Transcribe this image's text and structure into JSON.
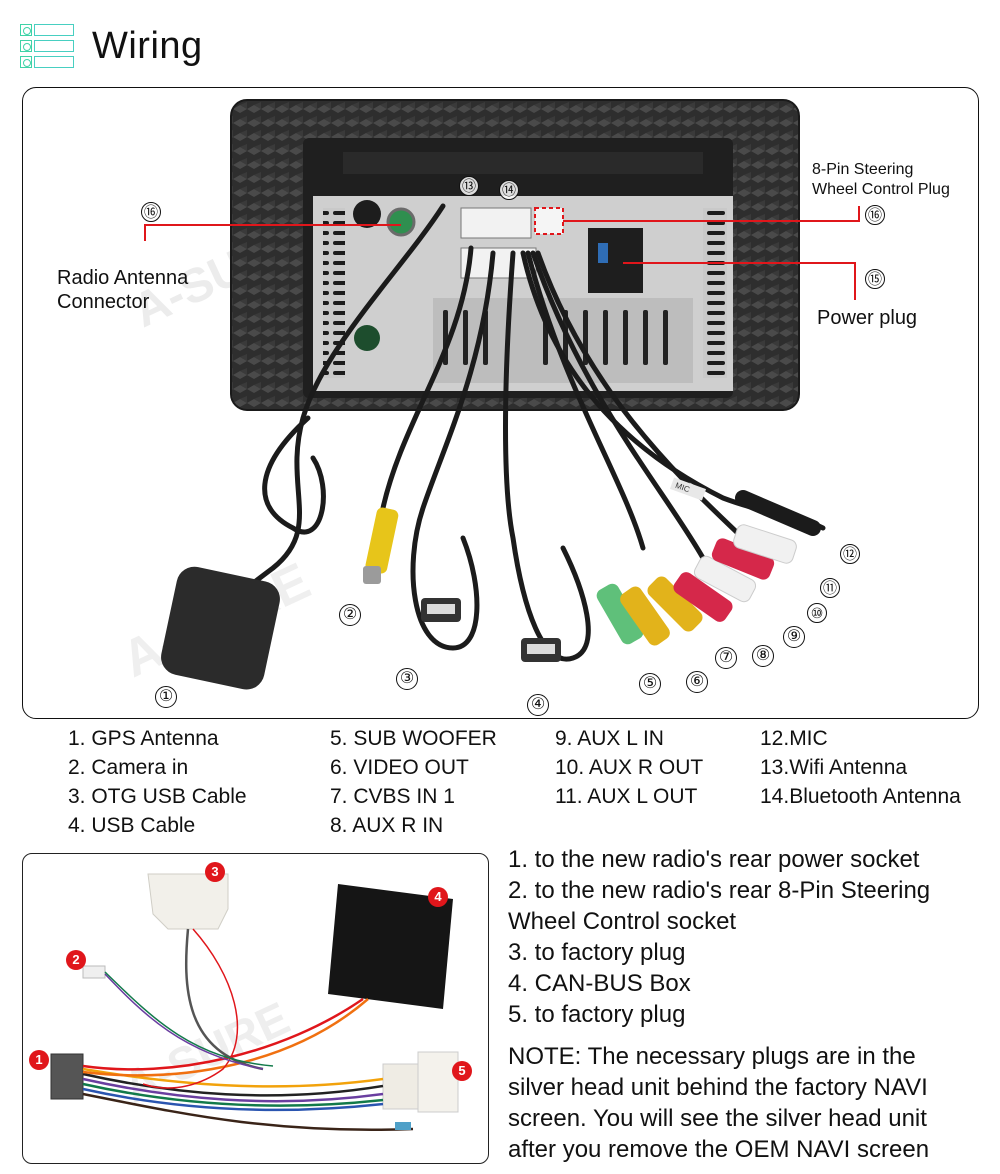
{
  "header": {
    "icon": "list-icon",
    "title": "Wiring"
  },
  "main_photo": {
    "description": "Rear of head unit with cables",
    "watermark": "A-SURE",
    "callouts": {
      "radio_antenna": {
        "number": "⑯",
        "label_line1": "Radio Antenna",
        "label_line2": "Connector"
      },
      "steering_plug": {
        "number": "⑯",
        "label_line1": "8-Pin Steering",
        "label_line2": "Wheel Control Plug"
      },
      "power_plug": {
        "number": "⑮",
        "label": "Power plug"
      }
    },
    "markers": [
      "①",
      "②",
      "③",
      "④",
      "⑤",
      "⑥",
      "⑦",
      "⑧",
      "⑨",
      "⑩",
      "⑪",
      "⑫",
      "⑬",
      "⑭"
    ],
    "cable_labels": {
      "mic": "MIC"
    }
  },
  "legend": {
    "columns": [
      [
        "1. GPS Antenna",
        "2. Camera in",
        "3. OTG USB Cable",
        "4. USB Cable"
      ],
      [
        "5. SUB WOOFER",
        "6. VIDEO OUT",
        "7. CVBS IN 1",
        "8. AUX R IN"
      ],
      [
        "9. AUX L IN",
        "10. AUX R OUT",
        "11. AUX L OUT"
      ],
      [
        "12.MIC",
        "13.Wifi Antenna",
        "14.Bluetooth Antenna"
      ]
    ]
  },
  "harness_photo": {
    "markers": [
      "1",
      "2",
      "3",
      "4",
      "5"
    ],
    "watermark": "A-SURE"
  },
  "harness_list": {
    "items": [
      "1. to the new radio's rear power socket",
      "2. to the new radio's rear 8-Pin Steering",
      "Wheel Control socket",
      "3. to factory plug",
      "4. CAN-BUS Box",
      "5. to factory plug"
    ]
  },
  "note": {
    "lines": [
      "NOTE: The necessary plugs are in the",
      "silver head unit behind the factory NAVI",
      "screen. You will see the silver head unit",
      "after you remove the OEM NAVI screen"
    ]
  },
  "colors": {
    "accent_icon": "#3fd3a7",
    "callout_red": "#e0161b",
    "text": "#111111"
  }
}
